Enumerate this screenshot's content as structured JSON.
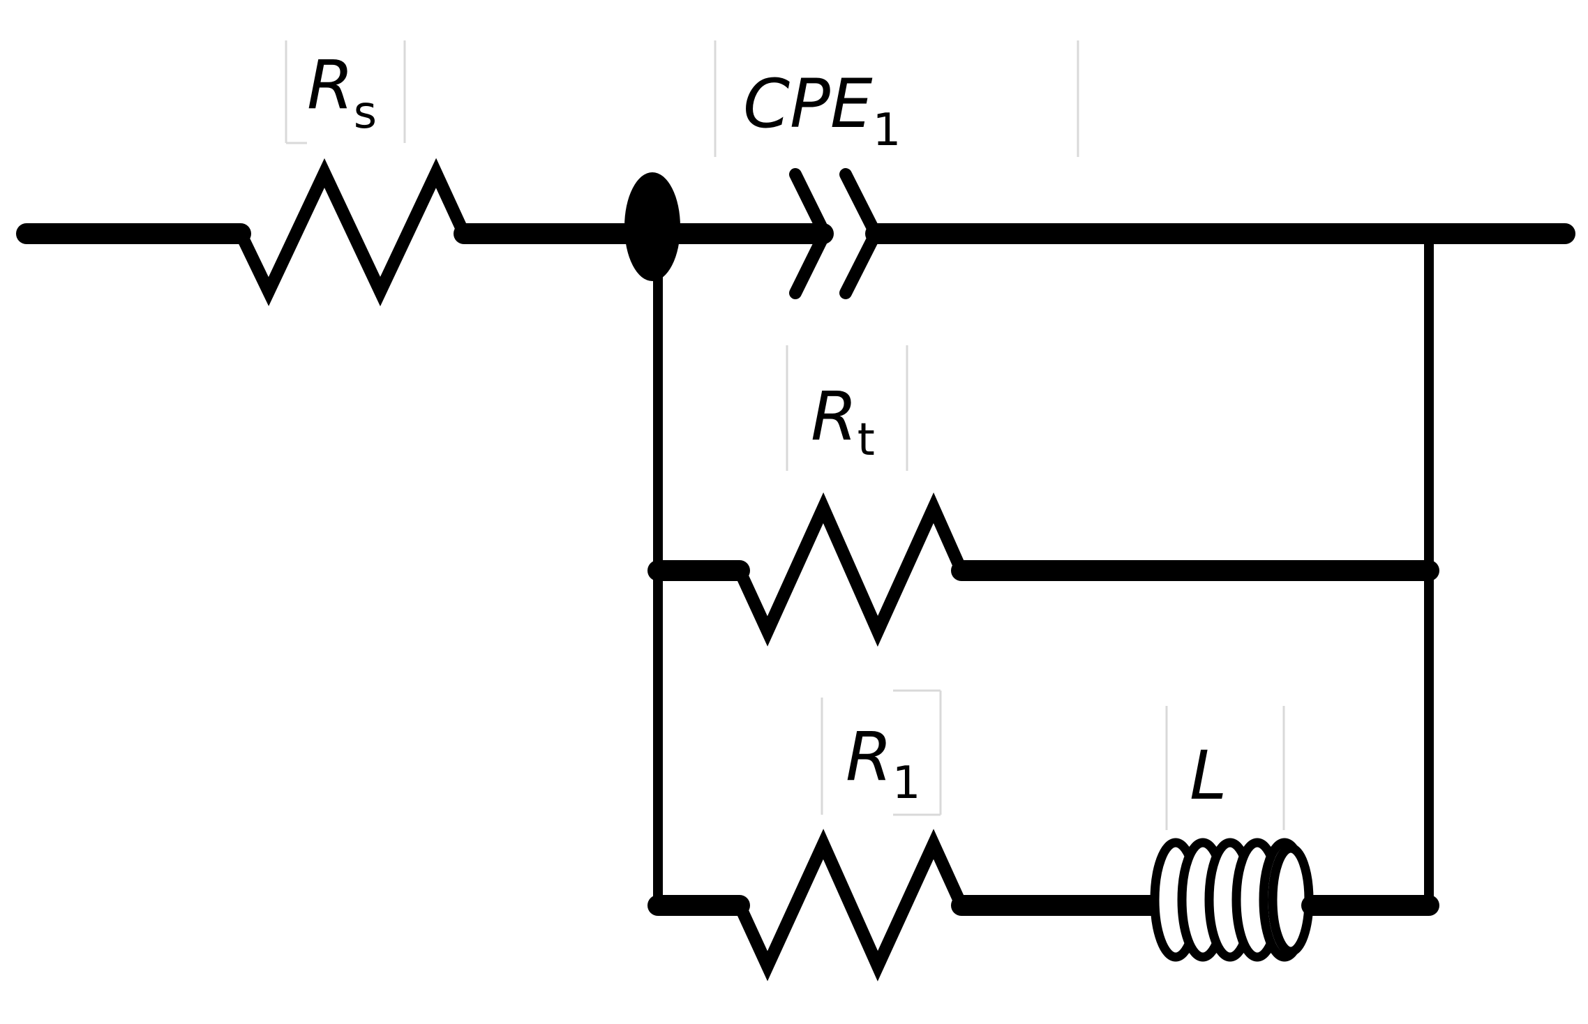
{
  "components": {
    "rs": {
      "symbol": "R",
      "subscript": "s"
    },
    "cpe1": {
      "symbol": "CPE",
      "subscript": "1"
    },
    "rt": {
      "symbol": "R",
      "subscript": "t"
    },
    "r1": {
      "symbol": "R",
      "subscript": "1"
    },
    "l": {
      "symbol": "L",
      "subscript": ""
    }
  },
  "colors": {
    "wire": "#000000",
    "label": "#000000",
    "textbox_border": "#d9d9d9"
  }
}
